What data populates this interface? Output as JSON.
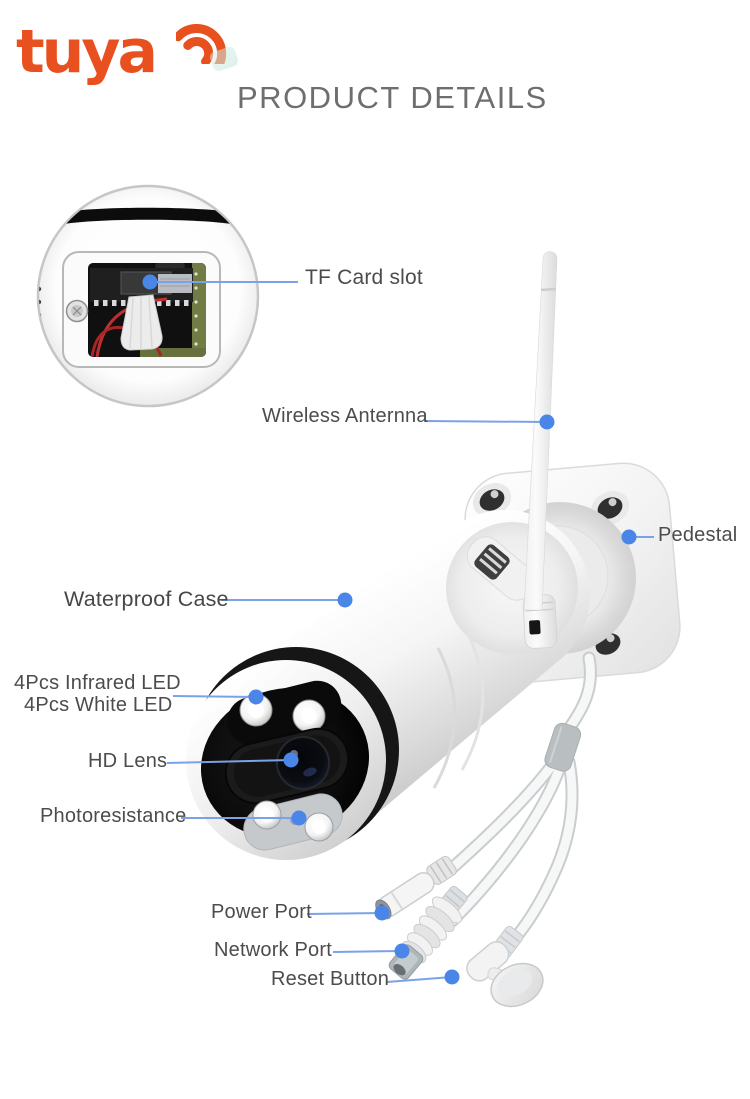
{
  "header": {
    "brand": "tuya",
    "title": "PRODUCT DETAILS"
  },
  "colors": {
    "brand_orange": "#E8511F",
    "title_gray": "#6E6E6E",
    "label_gray": "#4C4C4C",
    "callout_line_blue": "#7AA2E8",
    "callout_dot_blue": "#4A86E8",
    "wire_red": "#C23030",
    "pcb_green": "#717C45",
    "accent_teal": "#BFE6DA"
  },
  "callouts": {
    "tf_card": {
      "label": "TF Card slot"
    },
    "wireless_antenna": {
      "label": "Wireless Anternna"
    },
    "pedestal": {
      "label": "Pedestal"
    },
    "waterproof_case": {
      "label": "Waterproof Case"
    },
    "infrared_led": {
      "label": "4Pcs Infrared LED"
    },
    "white_led": {
      "label": "4Pcs White LED"
    },
    "hd_lens": {
      "label": "HD Lens"
    },
    "photoresistance": {
      "label": "Photoresistance"
    },
    "power_port": {
      "label": "Power Port"
    },
    "network_port": {
      "label": "Network Port"
    },
    "reset_button": {
      "label": "Reset Button"
    }
  }
}
